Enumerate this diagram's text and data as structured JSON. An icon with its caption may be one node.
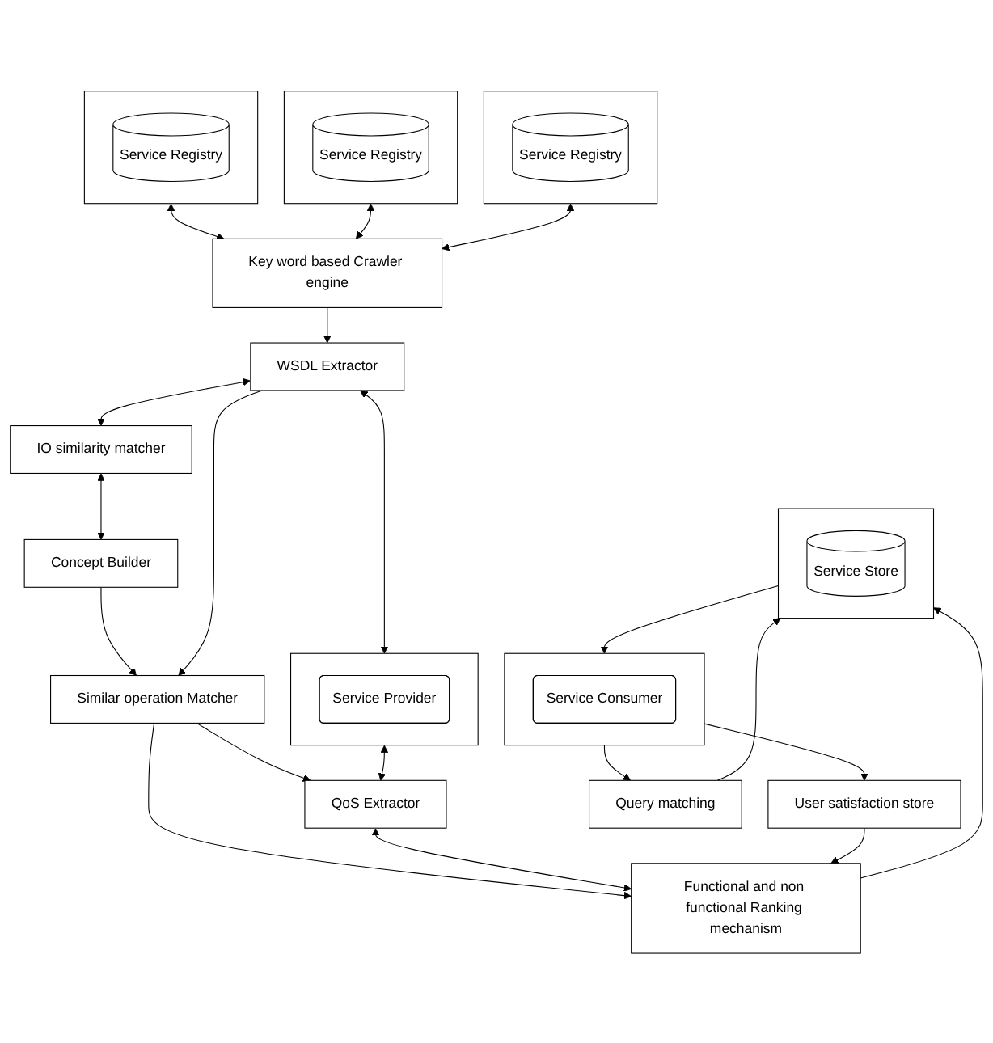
{
  "diagram": {
    "nodes": [
      {
        "text": [],
        "shape": "box"
      },
      {
        "text": [
          "Service Registry"
        ],
        "in": 0
      },
      {
        "text": [],
        "shape": "box"
      },
      {
        "text": [
          "Service Registry"
        ],
        "in": 2
      },
      {
        "text": [],
        "shape": "box"
      },
      {
        "text": [
          "Service Registry"
        ],
        "in": 4
      },
      {
        "text": [
          "Key word based Crawler engine"
        ]
      },
      {
        "text": [
          "WSDL Extractor"
        ]
      },
      {
        "text": [],
        "shape": "box"
      },
      {
        "text": [
          "Service Provider"
        ],
        "in": 8
      },
      {
        "text": [
          "IO similarity matcher"
        ]
      },
      {
        "text": [
          "Concept Builder"
        ]
      },
      {
        "text": [
          "Similar operation Matcher"
        ]
      },
      {
        "text": [
          "QoS Extractor"
        ]
      },
      {
        "text": [
          "Functional and non functional Ranking mechanism"
        ]
      },
      {
        "text": [],
        "shape": "box"
      },
      {
        "text": [
          "Service Consumer"
        ],
        "in": 15
      },
      {
        "text": [
          "User satisfaction store"
        ]
      },
      {
        "text": [
          "Query matching"
        ]
      },
      {
        "text": [],
        "shape": "box"
      },
      {
        "text": [
          "Service Store"
        ],
        "in": 19
      }
    ],
    "edges": [
      {
        "from": 0,
        "to": 6,
        "arrow": "both"
      },
      {
        "from": 2,
        "to": 6,
        "arrow": "both"
      },
      {
        "from": 4,
        "to": 6,
        "arrow": "both"
      },
      {
        "from": 6,
        "to": 7,
        "arrow": "to"
      },
      {
        "from": 7,
        "to": 8,
        "arrow": "both"
      },
      {
        "from": 7,
        "to": 10,
        "arrow": "both"
      },
      {
        "from": 10,
        "to": 11,
        "arrow": "both"
      },
      {
        "from": 11,
        "to": 12,
        "arrow": "to"
      },
      {
        "from": 7,
        "to": 12,
        "arrow": "to"
      },
      {
        "from": 8,
        "to": 13,
        "arrow": "both"
      },
      {
        "from": 12,
        "to": 13,
        "arrow": "to"
      },
      {
        "from": 12,
        "to": 14,
        "arrow": "to"
      },
      {
        "from": 13,
        "to": 14,
        "arrow": "both"
      },
      {
        "from": 17,
        "to": 14,
        "arrow": "to"
      },
      {
        "from": 14,
        "to": 19,
        "arrow": "to"
      },
      {
        "from": 15,
        "to": 17,
        "arrow": "to"
      },
      {
        "from": 15,
        "to": 18,
        "arrow": "to"
      },
      {
        "from": 18,
        "to": 19,
        "arrow": "to"
      },
      {
        "from": 19,
        "to": 15,
        "arrow": "to"
      }
    ]
  }
}
